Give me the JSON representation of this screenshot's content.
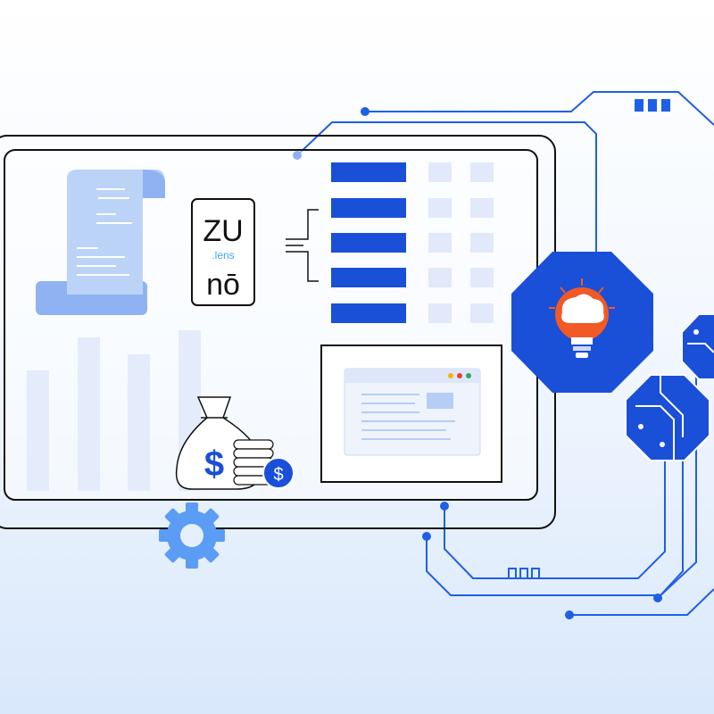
{
  "logo": {
    "line1": "ZU",
    "line2": ".lens",
    "line3": "nō"
  },
  "colors": {
    "primary": "#1a4fd8",
    "line": "#1f5fe6",
    "light": "#e3ebfb",
    "paper": "#a9c6f7",
    "gear": "#5b9cf5",
    "bulb": "#f15a24"
  },
  "icons": [
    "receipt-scroll-icon",
    "money-bag-icon",
    "coin-stack-icon",
    "gear-icon",
    "lightbulb-brain-icon",
    "browser-window-icon"
  ]
}
